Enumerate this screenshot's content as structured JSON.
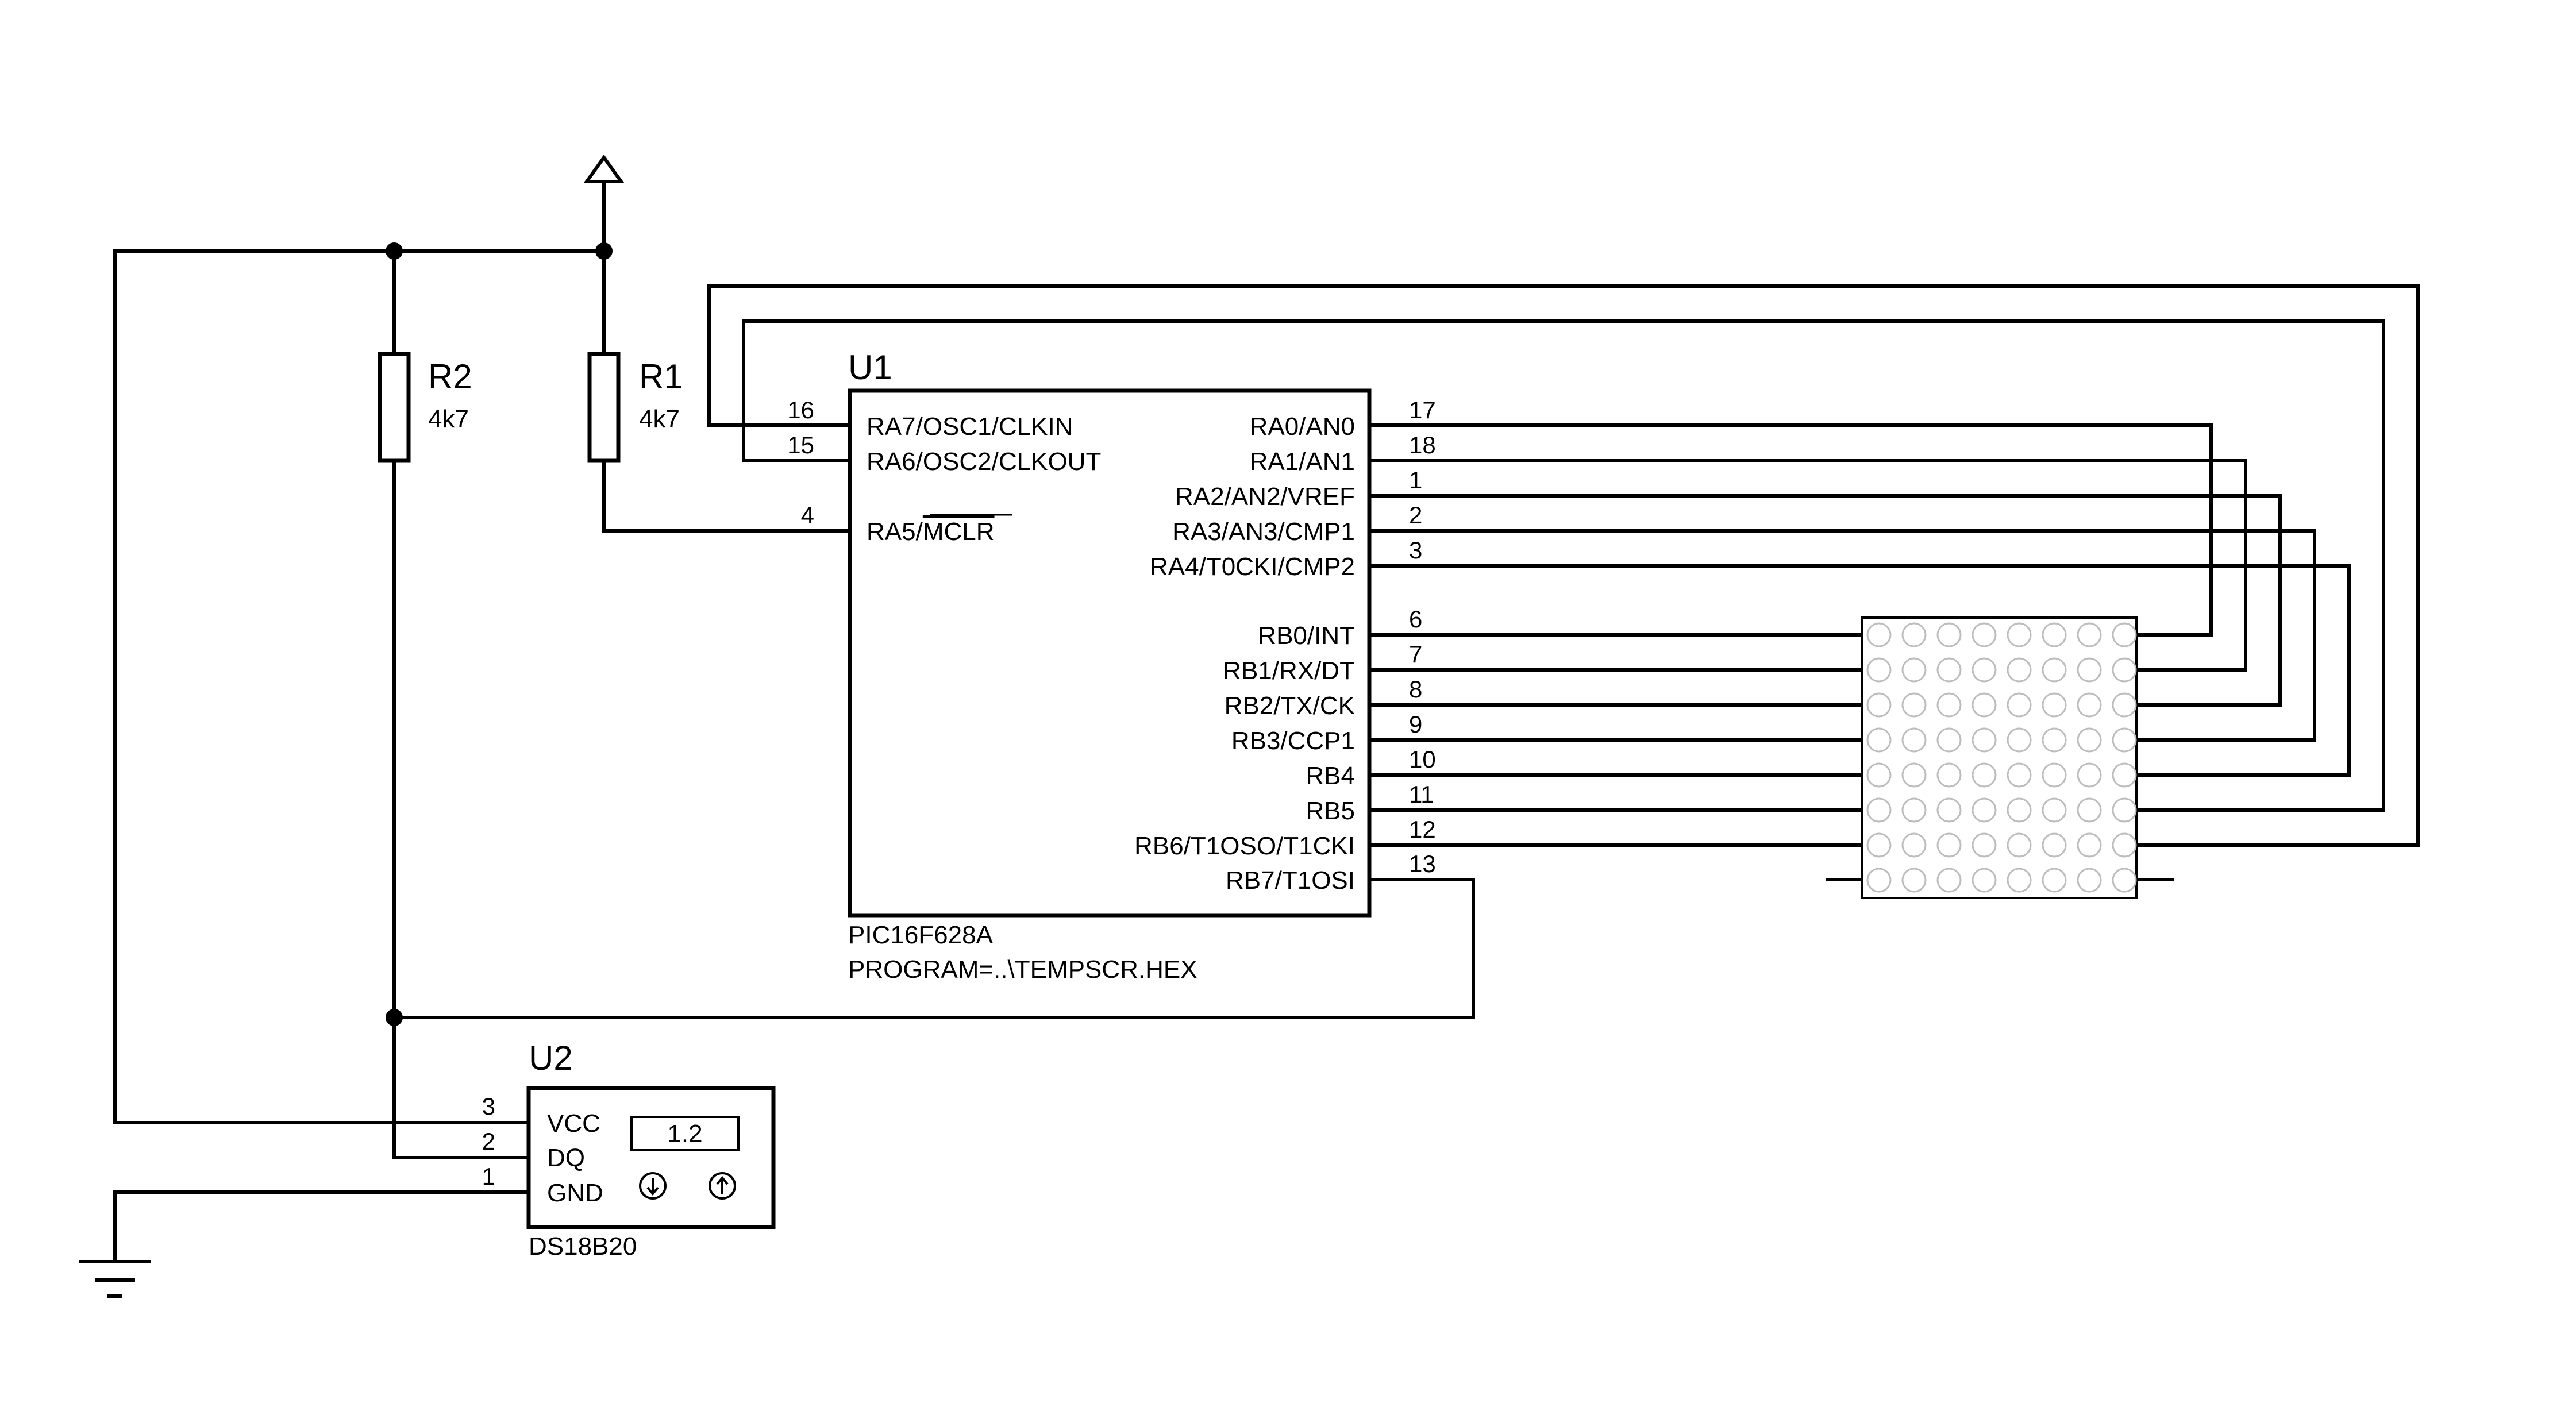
{
  "r1": {
    "ref": "R1",
    "value": "4k7"
  },
  "r2": {
    "ref": "R2",
    "value": "4k7"
  },
  "u1": {
    "ref": "U1",
    "part": "PIC16F628A",
    "program": "PROGRAM=..\\TEMPSCR.HEX",
    "left_pins": [
      {
        "num": "16",
        "name": "RA7/OSC1/CLKIN"
      },
      {
        "num": "15",
        "name": "RA6/OSC2/CLKOUT"
      },
      {
        "num": "4",
        "name_prefix": "RA5/",
        "name_overline": "MCLR"
      }
    ],
    "right_pins": [
      {
        "num": "17",
        "name": "RA0/AN0"
      },
      {
        "num": "18",
        "name": "RA1/AN1"
      },
      {
        "num": "1",
        "name": "RA2/AN2/VREF"
      },
      {
        "num": "2",
        "name": "RA3/AN3/CMP1"
      },
      {
        "num": "3",
        "name": "RA4/T0CKI/CMP2"
      },
      {
        "num": "6",
        "name": "RB0/INT"
      },
      {
        "num": "7",
        "name": "RB1/RX/DT"
      },
      {
        "num": "8",
        "name": "RB2/TX/CK"
      },
      {
        "num": "9",
        "name": "RB3/CCP1"
      },
      {
        "num": "10",
        "name": "RB4"
      },
      {
        "num": "11",
        "name": "RB5"
      },
      {
        "num": "12",
        "name": "RB6/T1OSO/T1CKI"
      },
      {
        "num": "13",
        "name": "RB7/T1OSI"
      }
    ]
  },
  "u2": {
    "ref": "U2",
    "part": "DS18B20",
    "display": "1.2",
    "pins": [
      {
        "num": "3",
        "name": "VCC"
      },
      {
        "num": "2",
        "name": "DQ"
      },
      {
        "num": "1",
        "name": "GND"
      }
    ],
    "buttons": [
      {
        "icon": "down-arrow-icon"
      },
      {
        "icon": "up-arrow-icon"
      }
    ]
  },
  "led_matrix": {
    "rows": 8,
    "cols": 8
  }
}
